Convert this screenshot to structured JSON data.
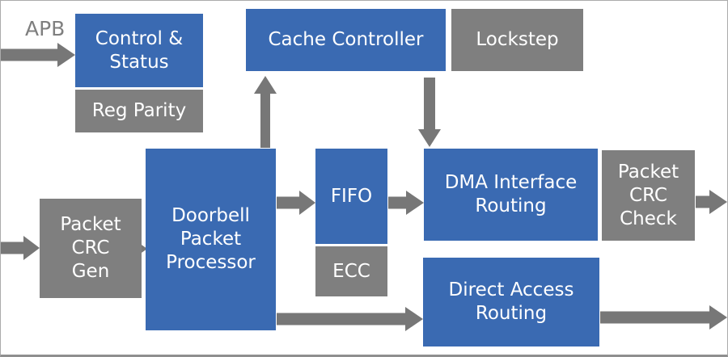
{
  "diagram": {
    "type": "hardware-block-diagram",
    "external_input_label": "APB",
    "colors": {
      "block_blue": "#3a6ab2",
      "block_gray": "#7f7f7f",
      "arrow_gray": "#777777",
      "label_gray": "#7f7f7f",
      "block_text": "#ffffff",
      "background": "#ffffff",
      "border": "#ababab"
    },
    "blocks": {
      "control_status": {
        "label": "Control &\nStatus",
        "color": "blue"
      },
      "reg_parity": {
        "label": "Reg Parity",
        "color": "gray"
      },
      "cache_controller": {
        "label": "Cache Controller",
        "color": "blue"
      },
      "lockstep": {
        "label": "Lockstep",
        "color": "gray"
      },
      "packet_crc_gen": {
        "label": "Packet\nCRC\nGen",
        "color": "gray"
      },
      "doorbell_packet_processor": {
        "label": "Doorbell\nPacket\nProcessor",
        "color": "blue"
      },
      "fifo": {
        "label": "FIFO",
        "color": "blue"
      },
      "ecc": {
        "label": "ECC",
        "color": "gray"
      },
      "dma_interface_routing": {
        "label": "DMA Interface\nRouting",
        "color": "blue"
      },
      "packet_crc_check": {
        "label": "Packet\nCRC\nCheck",
        "color": "gray"
      },
      "direct_access_routing": {
        "label": "Direct Access\nRouting",
        "color": "blue"
      }
    },
    "arrows": [
      {
        "id": "apb-input",
        "from": "APB (external left)",
        "to": "Control & Status",
        "direction": "right"
      },
      {
        "id": "crc-gen-input",
        "from": "external left",
        "to": "Packet CRC Gen",
        "direction": "right"
      },
      {
        "id": "crc-gen-to-processor",
        "from": "Packet CRC Gen",
        "to": "Doorbell Packet Processor",
        "direction": "right"
      },
      {
        "id": "processor-to-cache",
        "from": "Doorbell Packet Processor",
        "to": "Cache Controller",
        "direction": "up"
      },
      {
        "id": "cache-to-dma",
        "from": "Cache Controller",
        "to": "DMA Interface Routing",
        "direction": "down"
      },
      {
        "id": "processor-to-fifo",
        "from": "Doorbell Packet Processor",
        "to": "FIFO",
        "direction": "right"
      },
      {
        "id": "fifo-to-dma",
        "from": "FIFO",
        "to": "DMA Interface Routing",
        "direction": "right"
      },
      {
        "id": "crc-check-output",
        "from": "Packet CRC Check",
        "to": "external right",
        "direction": "right"
      },
      {
        "id": "processor-to-direct-access",
        "from": "Doorbell Packet Processor",
        "to": "Direct Access Routing",
        "direction": "right"
      },
      {
        "id": "direct-access-output",
        "from": "Direct Access Routing",
        "to": "external right",
        "direction": "right"
      }
    ]
  }
}
